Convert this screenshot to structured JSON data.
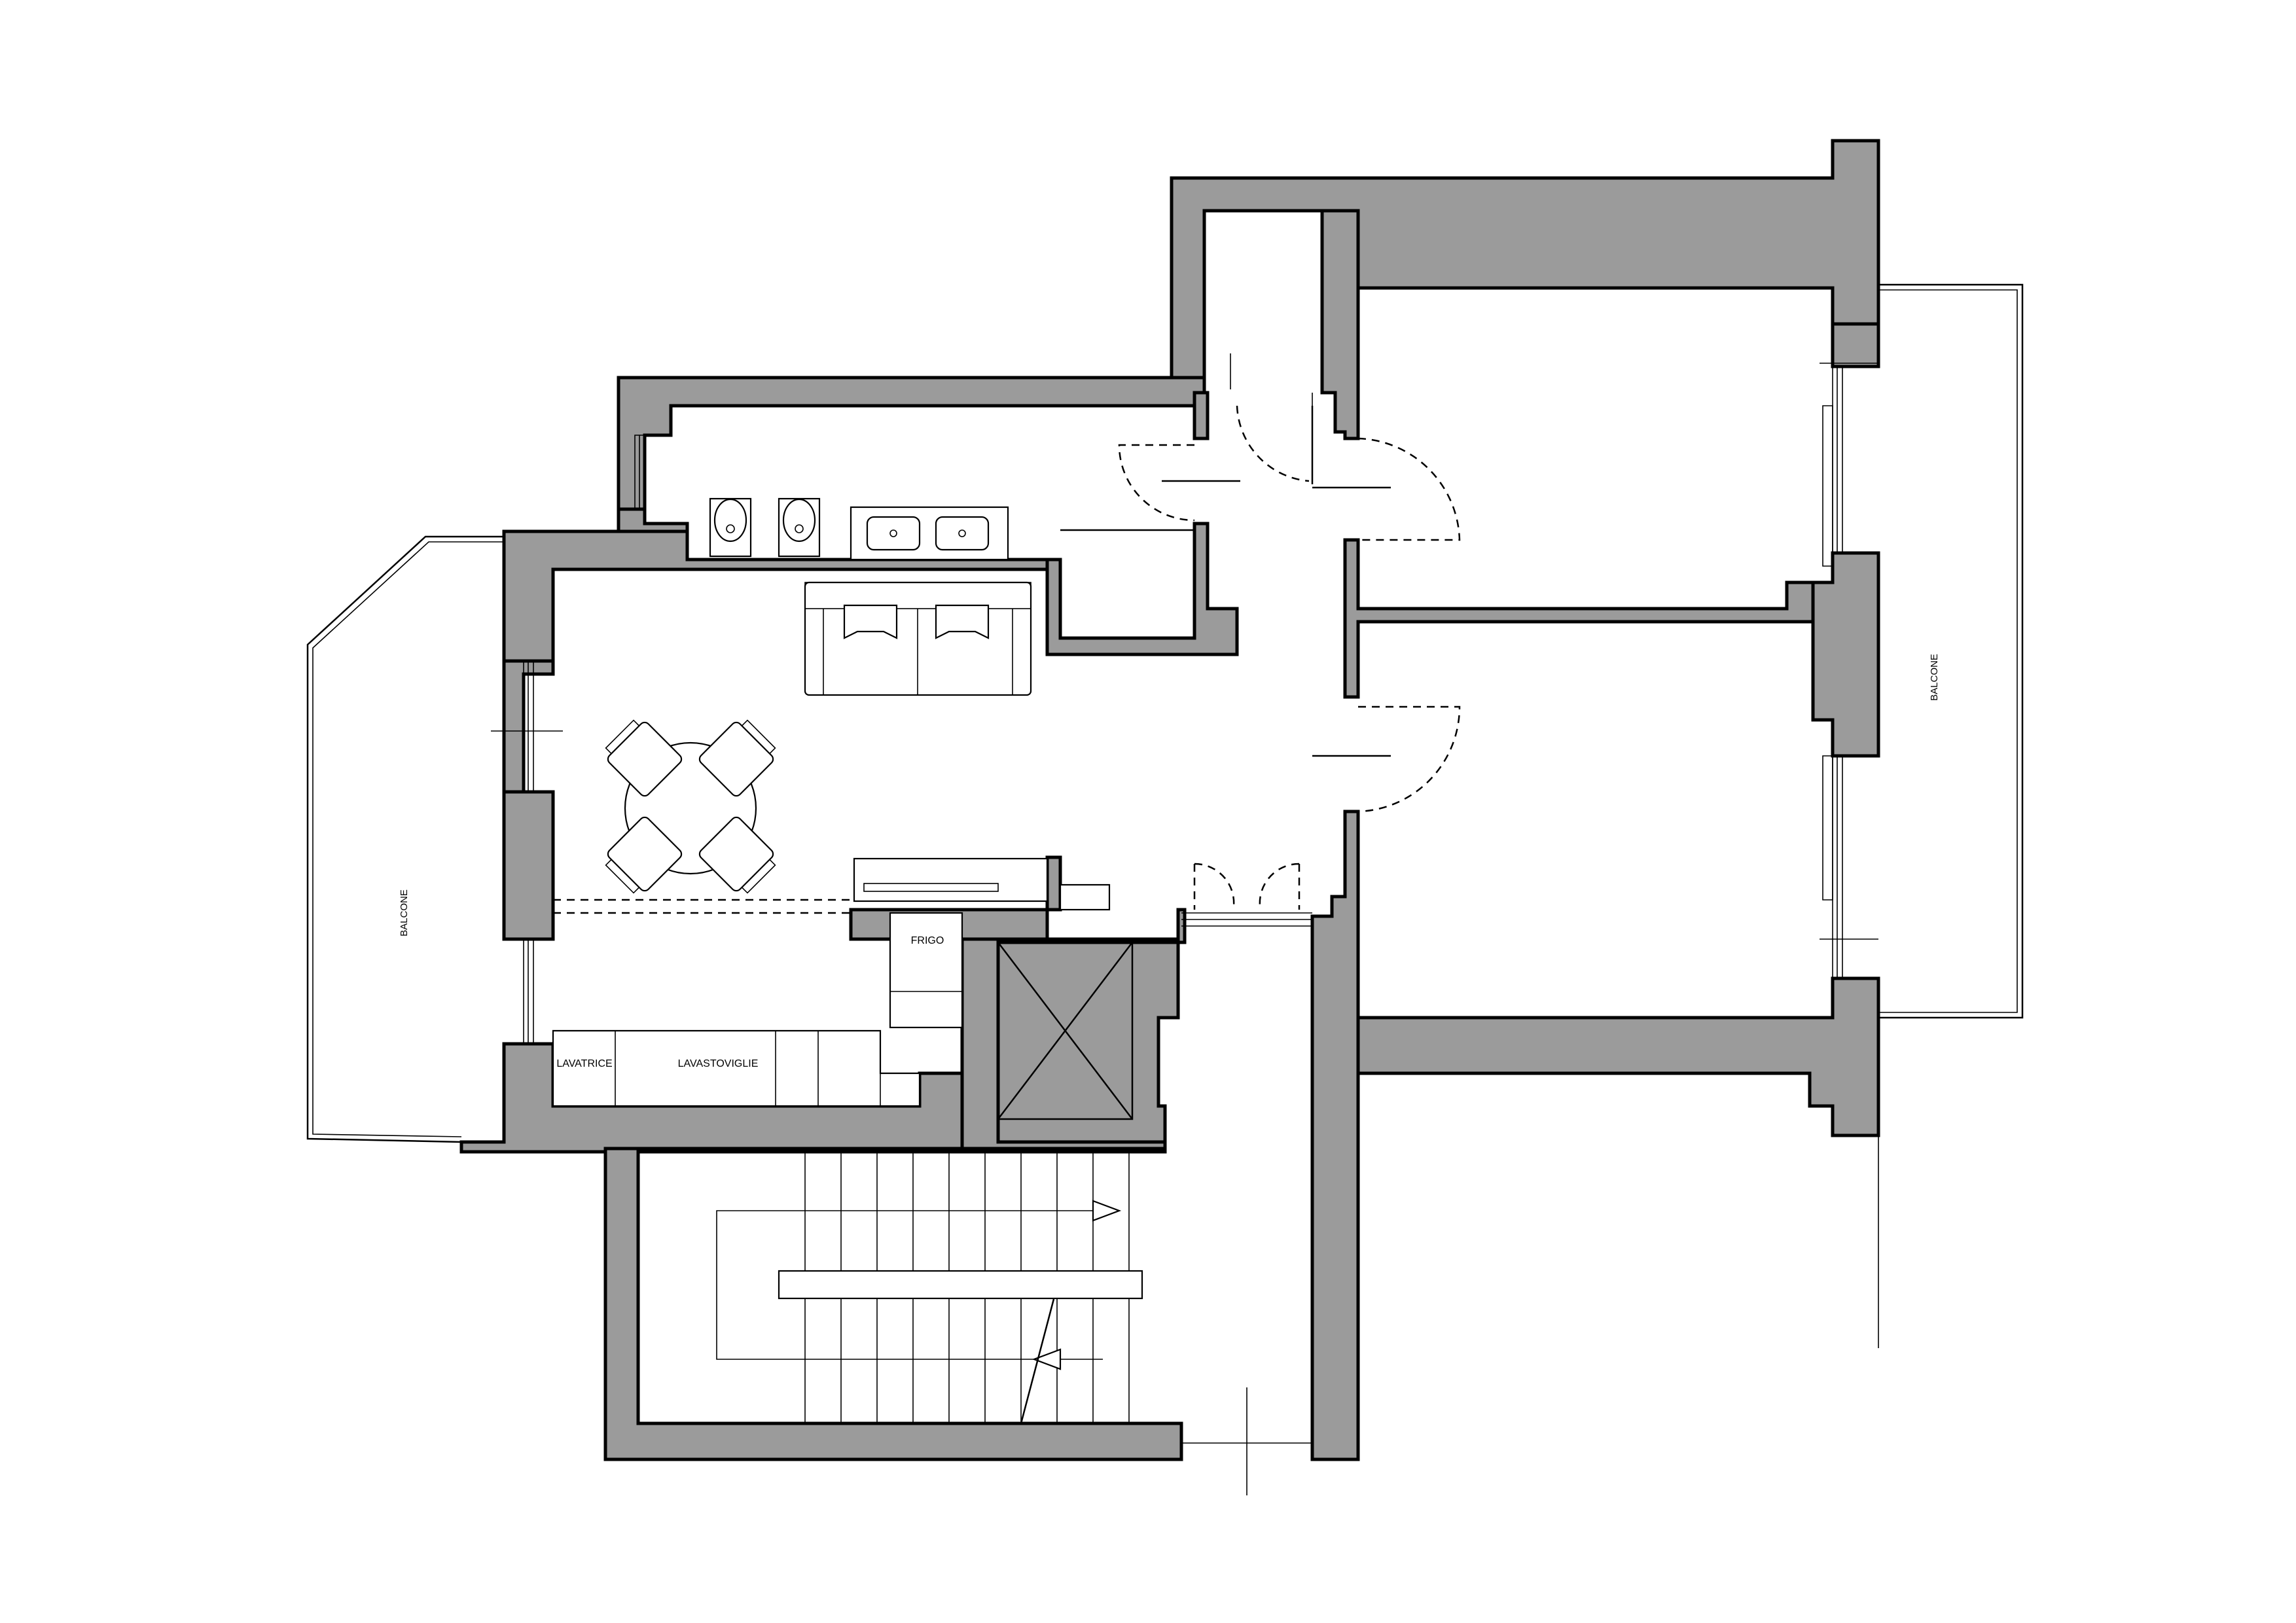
{
  "labels": {
    "balcone_left": "BALCONE",
    "balcone_right": "BALCONE",
    "frigo": "FRIGO",
    "lavatrice": "LAVATRICE",
    "lavastoviglie": "LAVASTOVIGLIE"
  },
  "colors": {
    "wall_fill": "#9b9b9b",
    "line": "#000000",
    "background": "#ffffff"
  }
}
